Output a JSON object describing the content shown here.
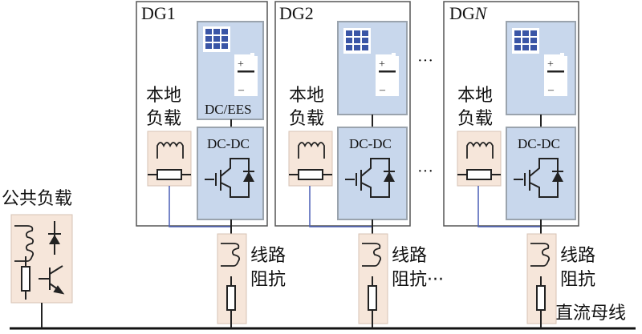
{
  "diagram": {
    "colors": {
      "module_fill": "#c8d7ec",
      "module_border": "#9aa3ad",
      "load_fill": "#f6e6da",
      "load_border": "#d7c3b4",
      "pv_cell": "#3a55a6",
      "signal_line": "#4a5fb5",
      "wire": "#222222"
    },
    "units": [
      {
        "title": "DG1",
        "source_label": "DC/EES",
        "converter_label": "DC-DC",
        "local_load_line1": "本地",
        "local_load_line2": "负载",
        "impedance_line1": "线路",
        "impedance_line2": "阻抗"
      },
      {
        "title": "DG2",
        "source_label": "",
        "converter_label": "DC-DC",
        "local_load_line1": "本地",
        "local_load_line2": "负载",
        "impedance_line1": "线路",
        "impedance_line2": "阻抗···"
      },
      {
        "title": "DG",
        "title_italic": "N",
        "source_label": "",
        "converter_label": "DC-DC",
        "local_load_line1": "本地",
        "local_load_line2": "负载",
        "impedance_line1": "线路",
        "impedance_line2": "阻抗"
      }
    ],
    "ellipsis": "···",
    "public_load_label": "公共负载",
    "dc_bus_label": "直流母线"
  }
}
